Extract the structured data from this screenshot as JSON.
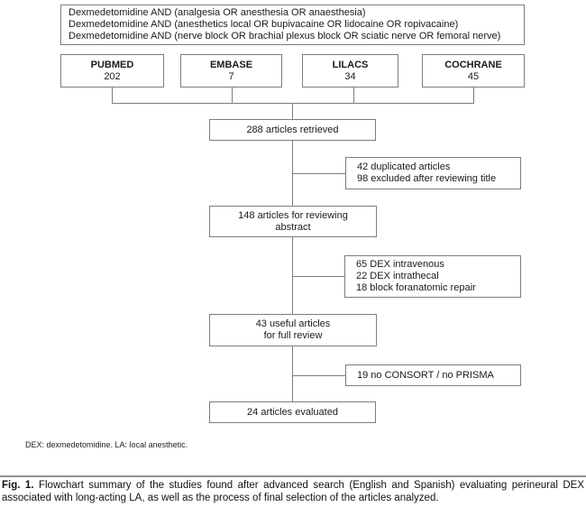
{
  "flowchart": {
    "search_box": {
      "lines": [
        "Dexmedetomidine AND (analgesia OR anesthesia OR anaesthesia)",
        "Dexmedetomidine AND (anesthetics local OR bupivacaine OR lidocaine OR ropivacaine)",
        "Dexmedetomidine AND (nerve block OR brachial plexus block OR sciatic nerve OR femoral nerve)"
      ]
    },
    "databases": [
      {
        "name": "PUBMED",
        "count": "202"
      },
      {
        "name": "EMBASE",
        "count": "7"
      },
      {
        "name": "LILACS",
        "count": "34"
      },
      {
        "name": "COCHRANE",
        "count": "45"
      }
    ],
    "retrieved_box": {
      "label": "288 articles retrieved"
    },
    "excluded_box_1": {
      "lines": [
        "42 duplicated articles",
        "98 excluded after reviewing title"
      ]
    },
    "abstract_box": {
      "lines": [
        "148 articles for reviewing",
        "abstract"
      ]
    },
    "excluded_box_2": {
      "lines": [
        "65 DEX intravenous",
        "22 DEX intrathecal",
        "18 block foranatomic repair"
      ]
    },
    "full_review_box": {
      "lines": [
        "43 useful articles",
        "for full review"
      ]
    },
    "excluded_box_3": {
      "label": "19 no CONSORT / no PRISMA"
    },
    "evaluated_box": {
      "label": "24 articles evaluated"
    },
    "footnote": "DEX: dexmedetomidine. LA: local anesthetic."
  },
  "caption": {
    "label": "Fig. 1.",
    "text": "Flowchart summary of the studies found after advanced search (English and Spanish) evaluating perineural DEX associated with long-acting LA, as well as the process of final selection of the articles analyzed."
  },
  "colors": {
    "border": "#7d7d7d",
    "line": "#7d7d7d",
    "text": "#1a1a1a",
    "background": "#ffffff"
  }
}
